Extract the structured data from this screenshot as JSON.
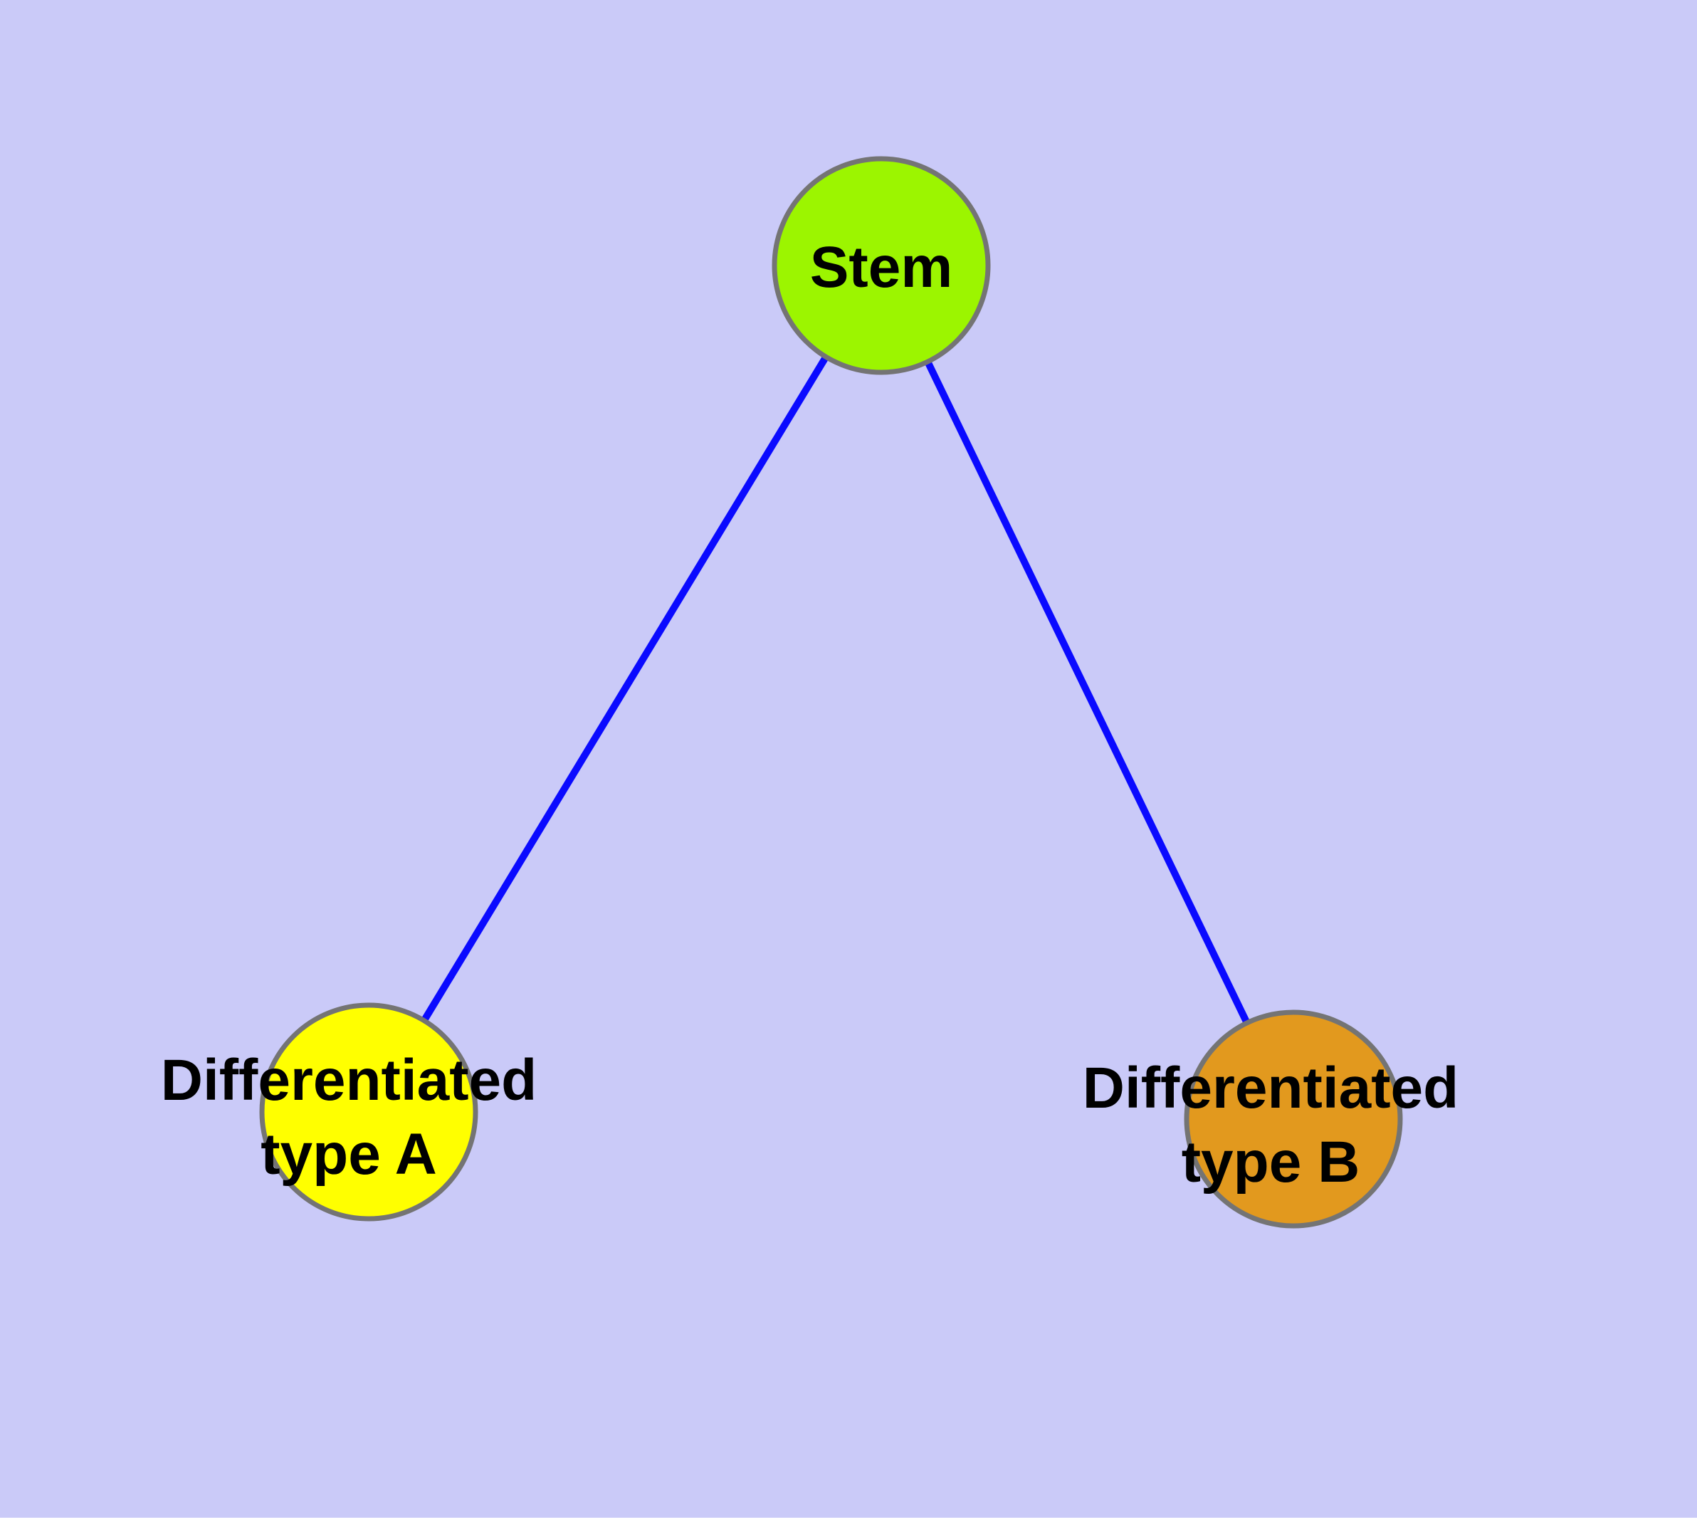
{
  "diagram": {
    "type": "node-link-graph",
    "background_color": "#CACAF8",
    "bottom_margin_color": "#FFFFFF",
    "edge_color": "#0A0AFF",
    "node_border_color": "#747474",
    "label_color": "#000000",
    "nodes": [
      {
        "id": "stem",
        "label": "Stem",
        "label_lines": [
          "Stem"
        ],
        "fill": "#9CF500"
      },
      {
        "id": "differentiated-type-a",
        "label": "Differentiated type A",
        "label_lines": [
          "Differentiated",
          "type A"
        ],
        "fill": "#FFFF00"
      },
      {
        "id": "differentiated-type-b",
        "label": "Differentiated type B",
        "label_lines": [
          "Differentiated",
          "type B"
        ],
        "fill": "#E2991E"
      }
    ],
    "edges": [
      {
        "from": "Stem",
        "to": "Differentiated type A"
      },
      {
        "from": "Stem",
        "to": "Differentiated type B"
      }
    ]
  }
}
